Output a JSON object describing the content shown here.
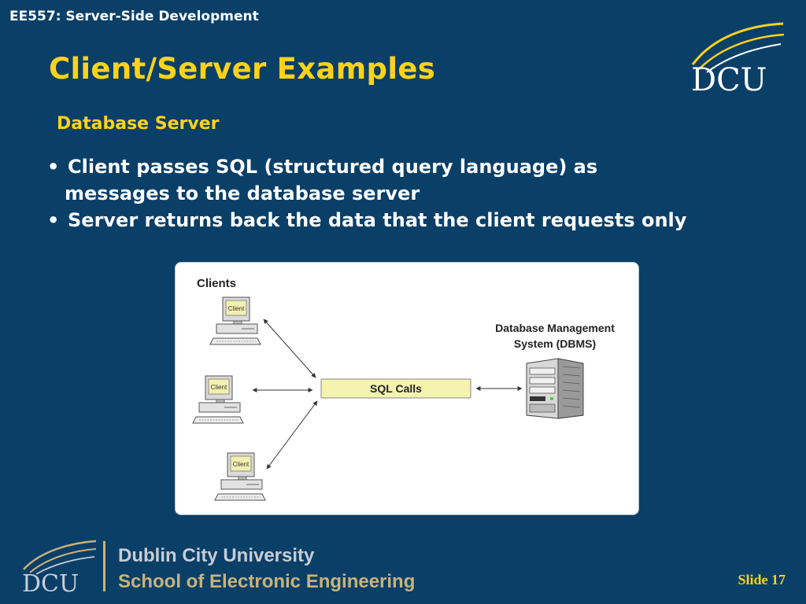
{
  "header": {
    "course": "EE557: Server-Side Development",
    "title": "Client/Server Examples",
    "logo_text": "DCU"
  },
  "content": {
    "subtitle": "Database Server",
    "bullets": [
      {
        "line1": "Client passes SQL (structured query language) as",
        "line2": "messages to the database server"
      },
      {
        "line1": "Server returns back the data that the client requests only"
      }
    ],
    "bullet_symbol": "•"
  },
  "diagram": {
    "clients_label": "Clients",
    "client_label": "Client",
    "sql_label": "SQL Calls",
    "dbms_label_line1": "Database Management",
    "dbms_label_line2": "System (DBMS)"
  },
  "footer": {
    "logo_text": "DCU",
    "university": "Dublin City University",
    "school": "School of Electronic Engineering",
    "slide_label": "Slide 17"
  },
  "colors": {
    "background": "#0a3f68",
    "title": "#ffd21a",
    "sql_box": "#f5f3b0",
    "footer_gold": "#c9b37a"
  }
}
